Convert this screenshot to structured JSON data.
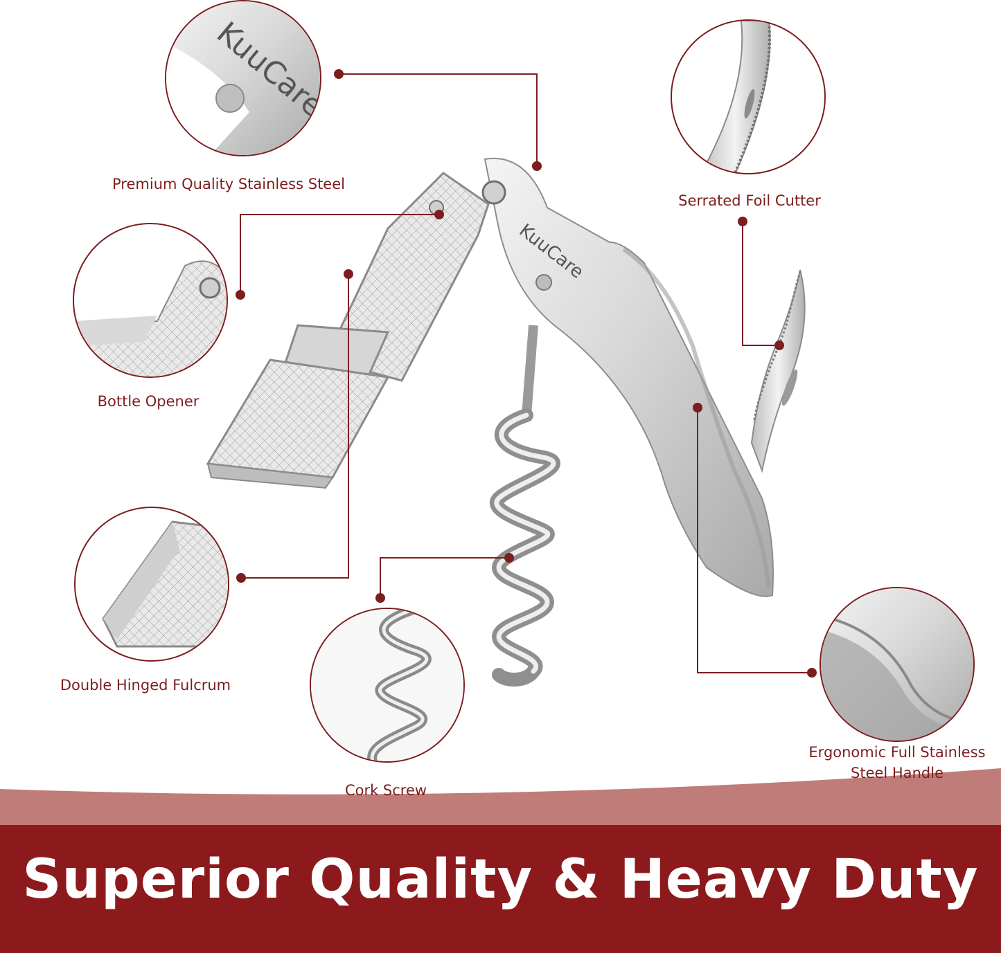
{
  "brand": "KuuCare",
  "headline": "Superior Quality & Heavy Duty",
  "features": {
    "steel": "Premium Quality Stainless Steel",
    "bottle_opener": "Bottle Opener",
    "fulcrum": "Double Hinged Fulcrum",
    "cork_screw": "Cork Screw",
    "foil_cutter": "Serrated Foil Cutter",
    "handle_line1": "Ergonomic Full Stainless",
    "handle_line2": "Steel Handle"
  },
  "colors": {
    "accent": "#7d1d1f",
    "banner": "#8c1a1c",
    "banner_wave": "#c07c78",
    "steel_light": "#e4e4e4",
    "steel_dark": "#9a9a9a"
  }
}
